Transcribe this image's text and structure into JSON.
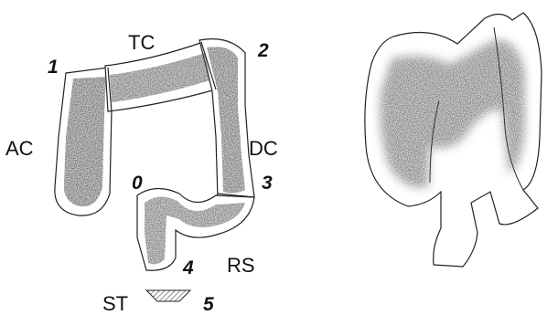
{
  "labels": {
    "tc": "TC",
    "ac": "AC",
    "dc": "DC",
    "rs": "RS",
    "st": "ST"
  },
  "numbers": {
    "n0": "0",
    "n1": "1",
    "n2": "2",
    "n3": "3",
    "n4": "4",
    "n5": "5"
  },
  "colors": {
    "shading": "#5a5a5a",
    "outline": "#222222",
    "background": "#ffffff"
  }
}
